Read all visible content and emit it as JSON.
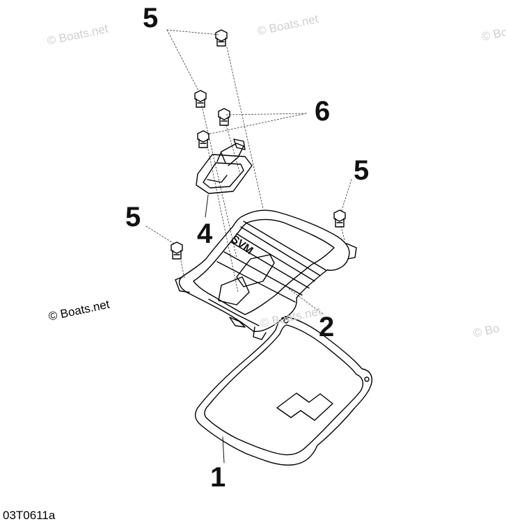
{
  "watermark": "© Boats.net",
  "watermark_partial": "© Bo",
  "callouts": {
    "gasket": "1",
    "valve_cover": "2",
    "breather_cap": "4",
    "bolt": "5",
    "bolt_alt": "6"
  },
  "figure_code": "03T0611a",
  "cover_logo": "SVM"
}
